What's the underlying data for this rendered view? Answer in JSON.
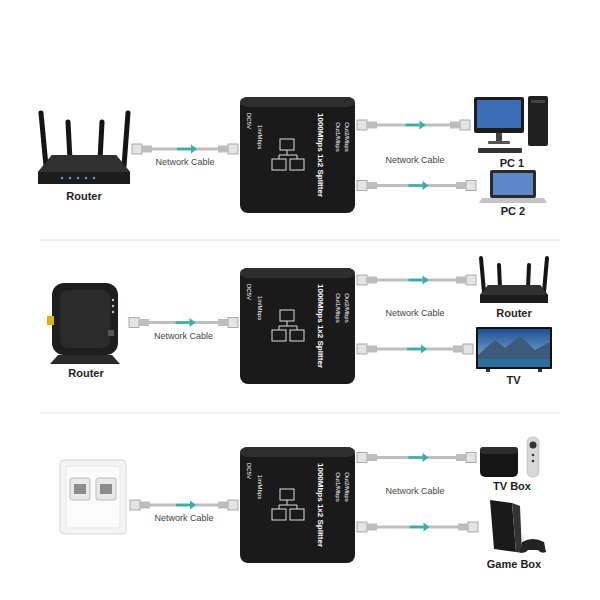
{
  "diagram": {
    "nodes": [
      {
        "text": [
          "Router"
        ]
      },
      {
        "text": [
          "1000Mbps 1x2 Splitter",
          "DC5V",
          "1in/Mbps",
          "Out1/Mbps",
          "Out2/Mbps"
        ]
      },
      {
        "text": [
          "PC 1"
        ]
      },
      {
        "text": [
          "PC 2"
        ]
      },
      {
        "text": [
          "Router"
        ]
      },
      {
        "text": [
          "1000Mbps 1x2 Splitter",
          "DC5V",
          "1in/Mbps",
          "Out1/Mbps",
          "Out2/Mbps"
        ]
      },
      {
        "text": [
          "Router"
        ]
      },
      {
        "text": [
          "TV"
        ]
      },
      {
        "text": [
          "1000Mbps 1x2 Splitter",
          "DC5V",
          "1in/Mbps",
          "Out1/Mbps",
          "Out2/Mbps"
        ]
      },
      {
        "text": [
          "TV Box"
        ]
      },
      {
        "text": [
          "Game Box"
        ]
      }
    ],
    "edges": [
      {
        "from": 0,
        "to": 1,
        "arrow": "to",
        "label": "Network Cable"
      },
      {
        "from": 1,
        "to": 2,
        "arrow": "to"
      },
      {
        "from": 1,
        "to": 3,
        "arrow": "to"
      },
      {
        "from": 4,
        "to": 5,
        "arrow": "to",
        "label": "Network Cable"
      },
      {
        "from": 5,
        "to": 6,
        "arrow": "to"
      },
      {
        "from": 5,
        "to": 7,
        "arrow": "to"
      },
      {
        "from": 8,
        "to": 9,
        "arrow": "to"
      },
      {
        "from": 8,
        "to": 10,
        "arrow": "to"
      }
    ],
    "labels": [
      "Network Cable",
      "Network Cable",
      "Network Cable",
      "Network Cable"
    ]
  }
}
